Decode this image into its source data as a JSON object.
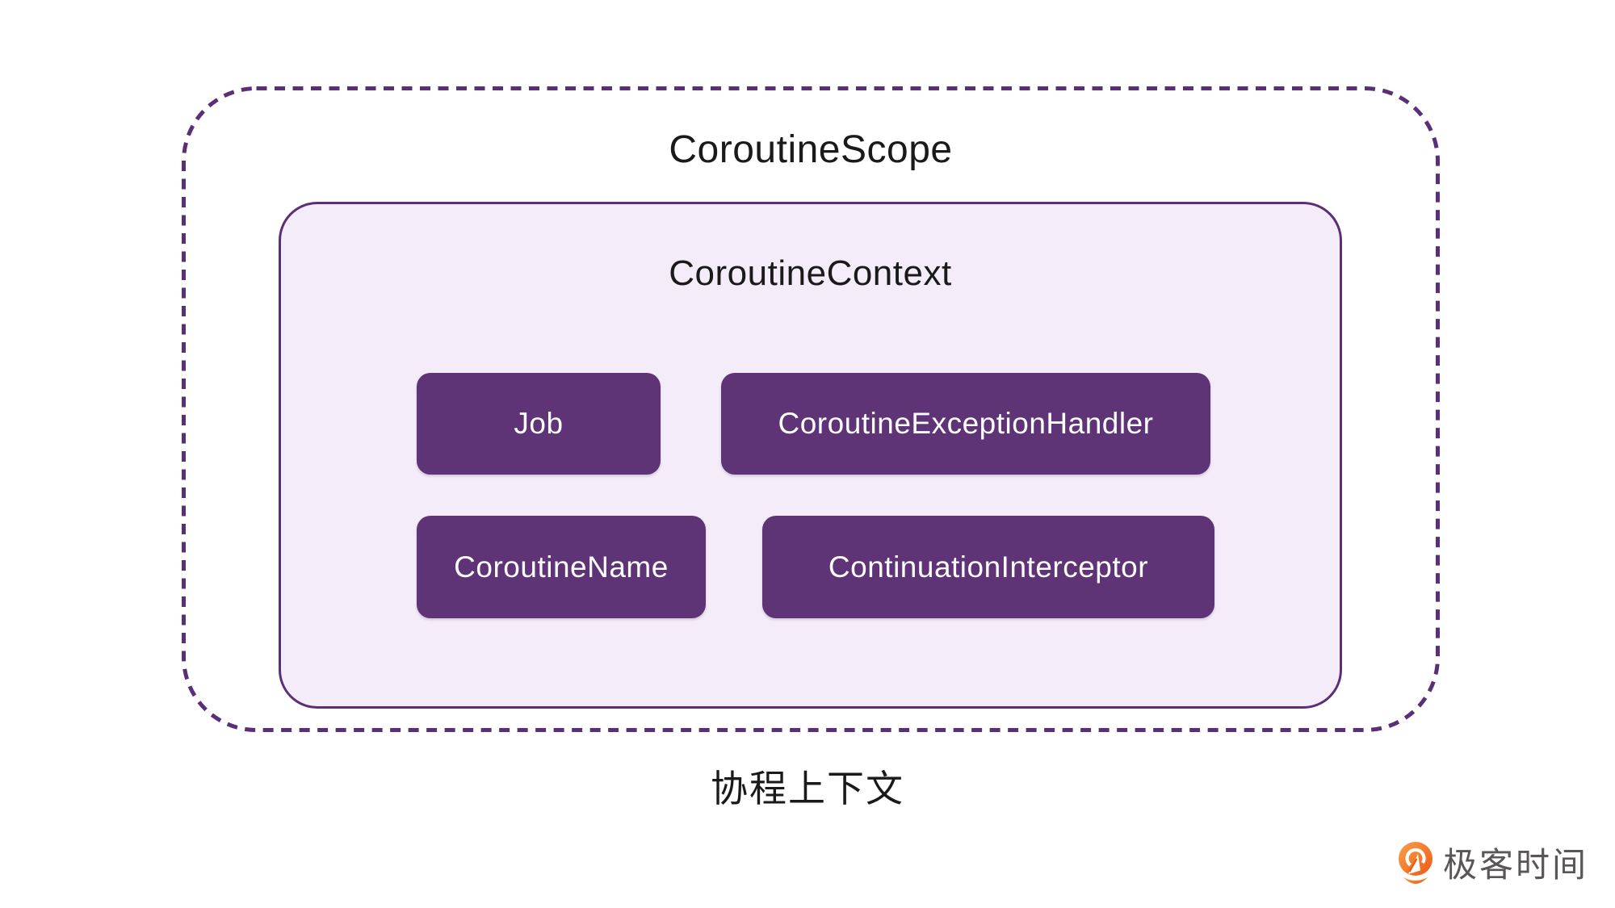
{
  "diagram": {
    "scope_label": "CoroutineScope",
    "context_label": "CoroutineContext",
    "context_elements": [
      {
        "label": "Job"
      },
      {
        "label": "CoroutineExceptionHandler"
      },
      {
        "label": "CoroutineName"
      },
      {
        "label": "ContinuationInterceptor"
      }
    ],
    "caption": "协程上下文"
  },
  "branding": {
    "logo_icon": "geektime-pin-icon",
    "logo_text": "极客时间"
  },
  "colors": {
    "chip_fill": "#5f3476",
    "chip_text": "#ffffff",
    "context_fill": "#f4edf9",
    "context_border": "#5b2f78",
    "scope_dash_border": "#5b2f78",
    "title_text": "#1a1a1a",
    "logo_orange_dark": "#ed5a14",
    "logo_orange_light": "#f9a04a",
    "logo_text_gray": "#5a5556"
  }
}
